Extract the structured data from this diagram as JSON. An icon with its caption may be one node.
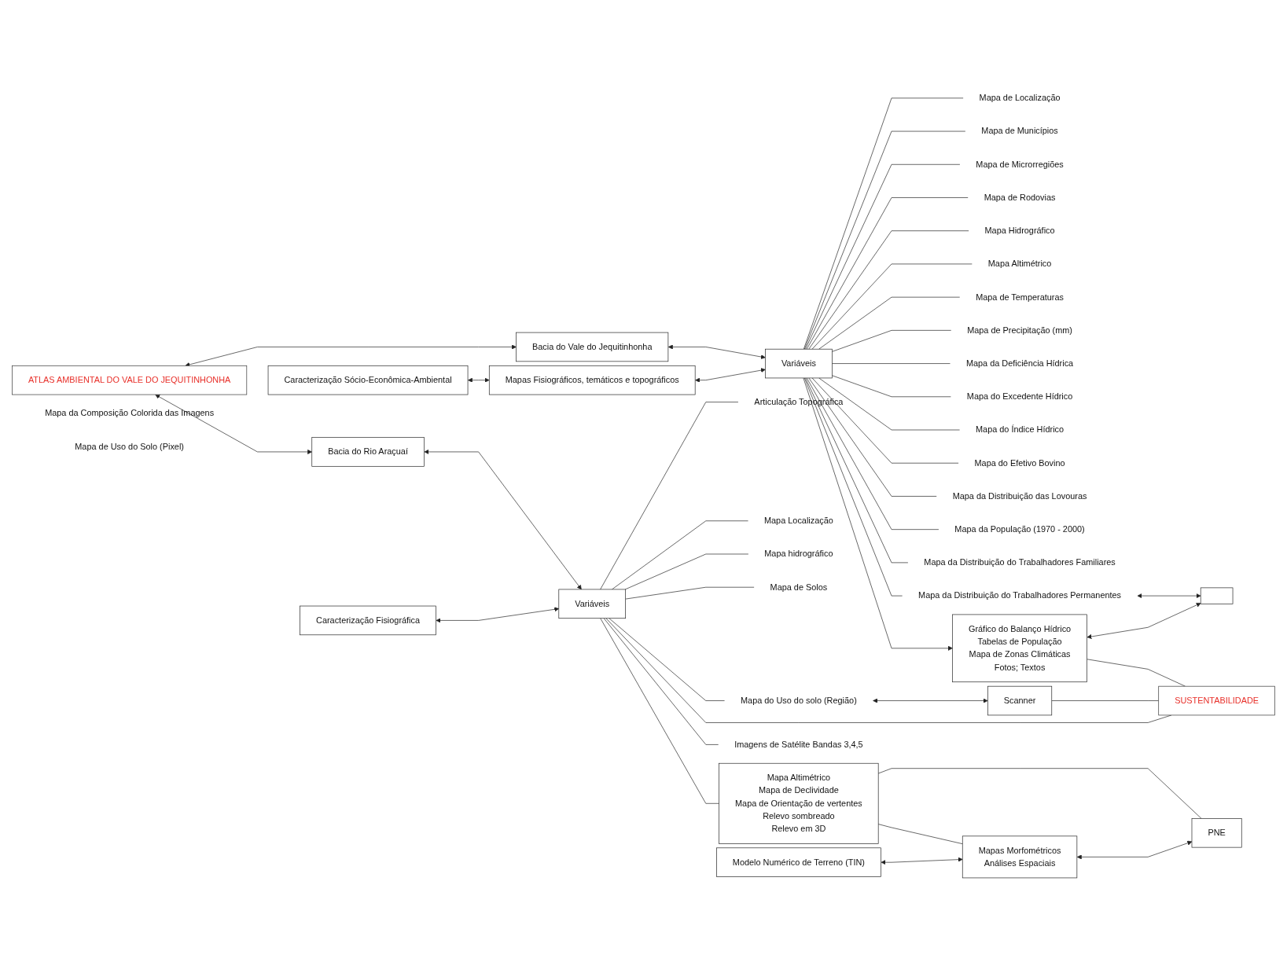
{
  "diagram": {
    "nodes": [
      {
        "text": [
          "ATLAS AMBIENTAL DO VALE DO JEQUITINHONHA"
        ]
      },
      {
        "text": [
          "Bacia do Vale do Jequitinhonha"
        ]
      },
      {
        "text": [
          "Bacia do Rio Araçuaí"
        ]
      },
      {
        "text": [
          "Variáveis"
        ]
      },
      {
        "text": [
          "Variáveis"
        ]
      },
      {
        "text": [
          "Caracterização Sócio-Econômica-Ambiental"
        ]
      },
      {
        "text": [
          "Mapas Fisiográficos, temáticos e topográficos"
        ]
      },
      {
        "text": [
          "Mapa de Localização"
        ]
      },
      {
        "text": [
          "Mapa de Municípios"
        ]
      },
      {
        "text": [
          "Mapa de Microrregiões"
        ]
      },
      {
        "text": [
          "Mapa de Rodovias"
        ]
      },
      {
        "text": [
          "Mapa Hidrográfico"
        ]
      },
      {
        "text": [
          "Mapa Altimétrico"
        ]
      },
      {
        "text": [
          "Mapa de Temperaturas"
        ]
      },
      {
        "text": [
          "Mapa de Precipitação (mm)"
        ]
      },
      {
        "text": [
          "Mapa da Deficiência Hídrica"
        ]
      },
      {
        "text": [
          "Mapa do Excedente Hídrico"
        ]
      },
      {
        "text": [
          "Mapa do Índice Hídrico"
        ]
      },
      {
        "text": [
          "Mapa do Efetivo Bovino"
        ]
      },
      {
        "text": [
          "Mapa da Distribuição das Lovouras"
        ]
      },
      {
        "text": [
          "Mapa da População (1970 - 2000)"
        ]
      },
      {
        "text": [
          "Mapa da Distribuição do Trabalhadores Familiares"
        ]
      },
      {
        "text": [
          "Mapa da Distribuição do Trabalhadores Permanentes"
        ]
      },
      {
        "text": [
          "Gráfico do Balanço Hídrico",
          "Tabelas de População",
          "Mapa de Zonas Climáticas",
          "Fotos; Textos"
        ]
      },
      {
        "text": [],
        "shape": "box"
      },
      {
        "text": [
          "Caracterização Fisiográfica"
        ]
      },
      {
        "text": [
          "Articulação Topográfica"
        ]
      },
      {
        "text": [
          "Mapa Localização"
        ]
      },
      {
        "text": [
          "Mapa hidrográfico"
        ]
      },
      {
        "text": [
          "Mapa de Solos"
        ]
      },
      {
        "text": [
          "Mapa Altimétrico",
          "Mapa de Declividade",
          "Mapa de Orientação de vertentes",
          "Relevo sombreado",
          "Relevo em 3D"
        ]
      },
      {
        "text": [
          "Modelo Numérico de Terreno (TIN)"
        ]
      },
      {
        "text": [
          "Mapas Morfométricos",
          "Análises Espaciais"
        ]
      },
      {
        "text": [
          "PNE"
        ]
      },
      {
        "text": [
          "Imagens de Satélite Bandas 3,4,5"
        ]
      },
      {
        "text": [
          "Mapa da Composição Colorida das Imagens"
        ]
      },
      {
        "text": [
          "Mapa de Uso do Solo (Pixel)"
        ]
      },
      {
        "text": [
          "Mapa do Uso do solo (Região)"
        ]
      },
      {
        "text": [
          "Scanner"
        ]
      },
      {
        "text": [
          "SUSTENTABILIDADE"
        ]
      }
    ],
    "edges": [
      {
        "from": 0,
        "to": 1,
        "arrow": "both"
      },
      {
        "from": 0,
        "to": 2,
        "arrow": "both"
      },
      {
        "from": 1,
        "to": 3,
        "arrow": "both"
      },
      {
        "from": 2,
        "to": 4,
        "arrow": "both"
      },
      {
        "from": 5,
        "to": 6,
        "arrow": "both"
      },
      {
        "from": 6,
        "to": 3,
        "arrow": "both"
      },
      {
        "from": 3,
        "to": 7,
        "arrow": "none"
      },
      {
        "from": 3,
        "to": 8,
        "arrow": "none"
      },
      {
        "from": 3,
        "to": 9,
        "arrow": "none"
      },
      {
        "from": 3,
        "to": 10,
        "arrow": "none"
      },
      {
        "from": 3,
        "to": 11,
        "arrow": "none"
      },
      {
        "from": 3,
        "to": 12,
        "arrow": "none"
      },
      {
        "from": 3,
        "to": 13,
        "arrow": "none"
      },
      {
        "from": 3,
        "to": 14,
        "arrow": "none"
      },
      {
        "from": 3,
        "to": 15,
        "arrow": "none"
      },
      {
        "from": 3,
        "to": 16,
        "arrow": "none"
      },
      {
        "from": 3,
        "to": 17,
        "arrow": "none"
      },
      {
        "from": 3,
        "to": 18,
        "arrow": "none"
      },
      {
        "from": 3,
        "to": 19,
        "arrow": "none"
      },
      {
        "from": 3,
        "to": 20,
        "arrow": "none"
      },
      {
        "from": 3,
        "to": 21,
        "arrow": "none"
      },
      {
        "from": 3,
        "to": 22,
        "arrow": "none"
      },
      {
        "from": 3,
        "to": 23,
        "arrow": "to"
      },
      {
        "from": 22,
        "to": 24,
        "arrow": "both"
      },
      {
        "from": 23,
        "to": 24,
        "arrow": "both"
      },
      {
        "from": 25,
        "to": 4,
        "arrow": "both"
      },
      {
        "from": 4,
        "to": 26,
        "arrow": "none"
      },
      {
        "from": 4,
        "to": 27,
        "arrow": "none"
      },
      {
        "from": 4,
        "to": 28,
        "arrow": "none"
      },
      {
        "from": 4,
        "to": 29,
        "arrow": "none"
      },
      {
        "from": 4,
        "to": 30,
        "arrow": "none"
      },
      {
        "from": 30,
        "to": 32,
        "arrow": "none"
      },
      {
        "from": 30,
        "to": 33,
        "arrow": "none"
      },
      {
        "from": 31,
        "to": 32,
        "arrow": "both"
      },
      {
        "from": 32,
        "to": 33,
        "arrow": "both"
      },
      {
        "from": 4,
        "to": 34,
        "arrow": "none"
      },
      {
        "from": 4,
        "to": 37,
        "arrow": "none"
      },
      {
        "from": 37,
        "to": 38,
        "arrow": "both"
      },
      {
        "from": 23,
        "to": 39,
        "arrow": "none"
      },
      {
        "from": 38,
        "to": 39,
        "arrow": "none"
      },
      {
        "from": 4,
        "to": 39,
        "arrow": "none"
      }
    ]
  }
}
